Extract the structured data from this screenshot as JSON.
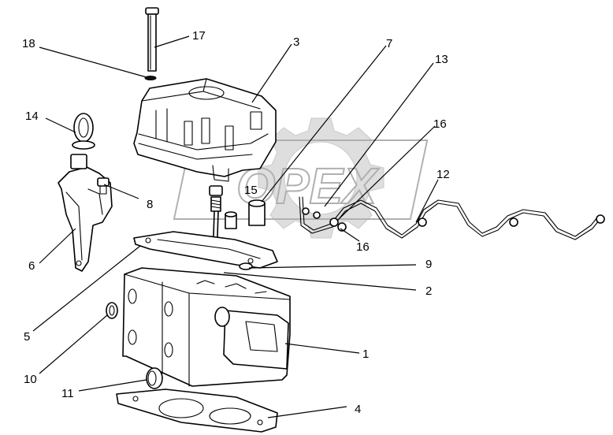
{
  "watermark": {
    "text": "OPEX",
    "color": "#c8c8c8"
  },
  "callouts": [
    {
      "id": "18",
      "label": "18"
    },
    {
      "id": "17",
      "label": "17"
    },
    {
      "id": "3",
      "label": "3"
    },
    {
      "id": "7",
      "label": "7"
    },
    {
      "id": "13",
      "label": "13"
    },
    {
      "id": "14",
      "label": "14"
    },
    {
      "id": "16a",
      "label": "16"
    },
    {
      "id": "12",
      "label": "12"
    },
    {
      "id": "15",
      "label": "15"
    },
    {
      "id": "8",
      "label": "8"
    },
    {
      "id": "16b",
      "label": "16"
    },
    {
      "id": "6",
      "label": "6"
    },
    {
      "id": "9",
      "label": "9"
    },
    {
      "id": "2",
      "label": "2"
    },
    {
      "id": "5",
      "label": "5"
    },
    {
      "id": "1",
      "label": "1"
    },
    {
      "id": "10",
      "label": "10"
    },
    {
      "id": "11",
      "label": "11"
    },
    {
      "id": "4",
      "label": "4"
    }
  ],
  "colors": {
    "line": "#000000",
    "background": "#ffffff"
  }
}
